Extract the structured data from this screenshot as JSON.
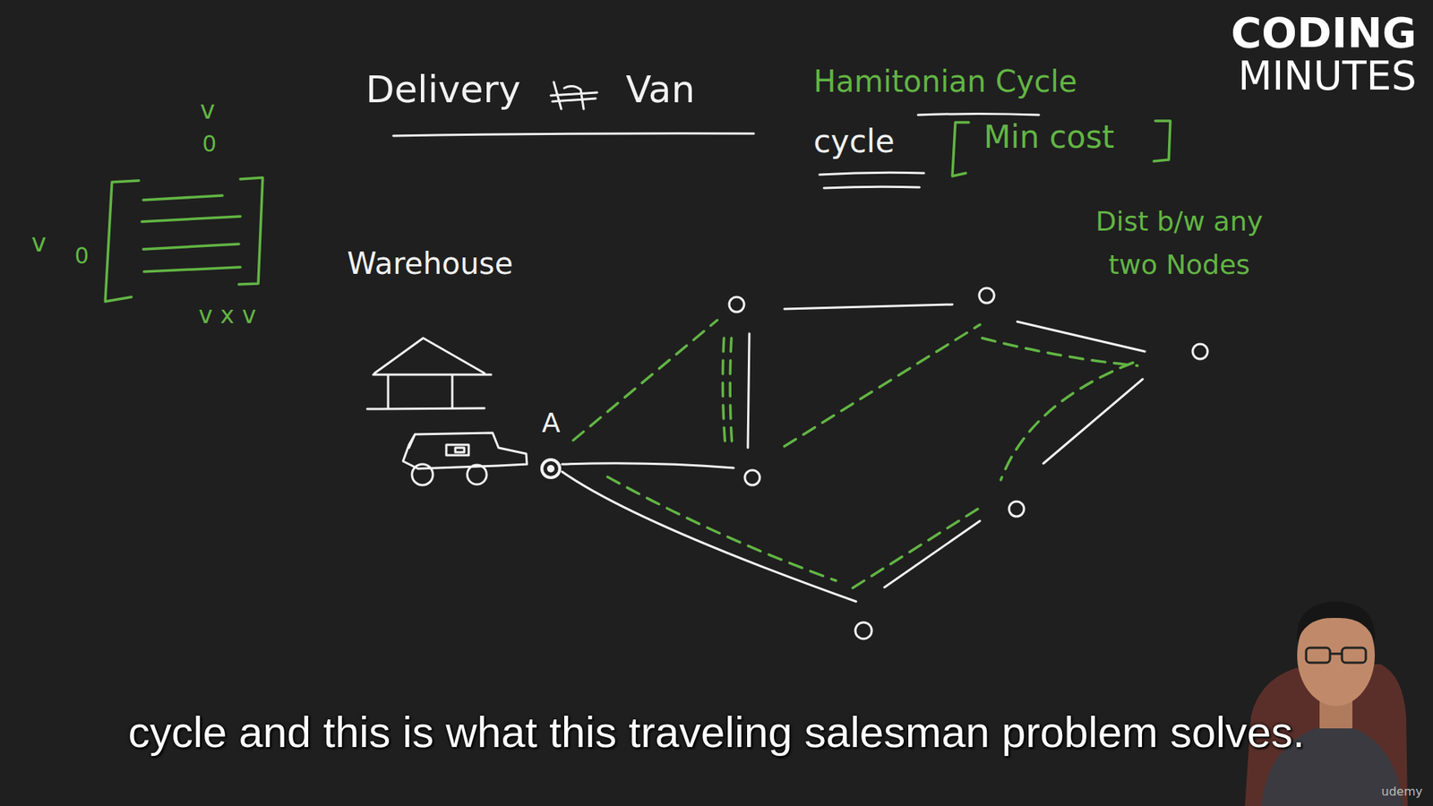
{
  "diagram": {
    "title": "Delivery Van",
    "caption": "cycle and this is what this traveling salesman problem solves.",
    "labels": [
      "Hamitonian Cycle",
      "cycle",
      "Min cost",
      "Dist b/w any two Nodes",
      "Warehouse",
      "A",
      "v",
      "0",
      "v",
      "0",
      "v x v",
      "CODING",
      "MINUTES",
      "udemy"
    ]
  }
}
